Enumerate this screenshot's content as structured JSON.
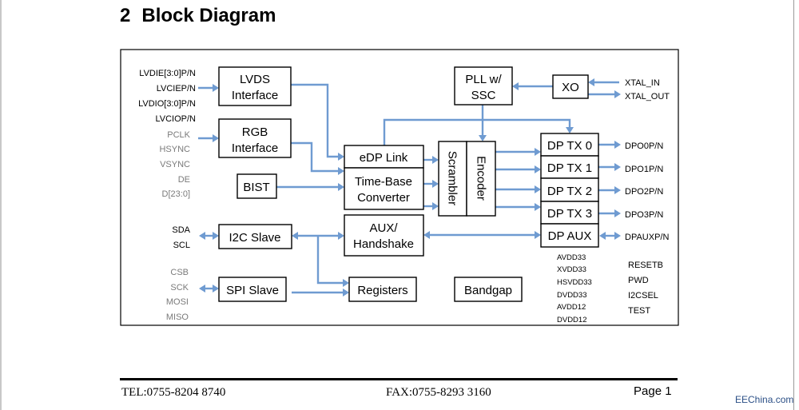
{
  "section": {
    "number": "2",
    "title": "Block Diagram"
  },
  "blocks": {
    "lvds": [
      "LVDS",
      "Interface"
    ],
    "rgb": [
      "RGB",
      "Interface"
    ],
    "bist": "BIST",
    "i2c": "I2C Slave",
    "spi": "SPI Slave",
    "edp": "eDP Link",
    "timebase": [
      "Time-Base",
      "Converter"
    ],
    "aux": [
      "AUX/",
      "Handshake"
    ],
    "registers": "Registers",
    "bandgap": "Bandgap",
    "scrambler": "Scrambler",
    "encoder": "Encoder",
    "pll": [
      "PLL w/",
      "SSC"
    ],
    "xo": "XO",
    "tx": [
      "DP TX 0",
      "DP TX 1",
      "DP TX 2",
      "DP TX 3"
    ],
    "dpaux": "DP AUX"
  },
  "pins": {
    "lvds": [
      "LVDIE[3:0]P/N",
      "LVCIEP/N",
      "LVDIO[3:0]P/N",
      "LVCIOP/N"
    ],
    "rgb": [
      "PCLK",
      "HSYNC",
      "VSYNC",
      "DE",
      "D[23:0]"
    ],
    "i2c": [
      "SDA",
      "SCL"
    ],
    "spi": [
      "CSB",
      "SCK",
      "MOSI",
      "MISO"
    ],
    "xtal": [
      "XTAL_IN",
      "XTAL_OUT"
    ],
    "dp_out": [
      "DPO0P/N",
      "DPO1P/N",
      "DPO2P/N",
      "DPO3P/N",
      "DPAUXP/N"
    ],
    "power": [
      "AVDD33",
      "XVDD33",
      "HSVDD33",
      "DVDD33",
      "AVDD12",
      "DVDD12"
    ],
    "control": [
      "RESETB",
      "PWD",
      "I2CSEL",
      "TEST"
    ]
  },
  "colors": {
    "arrow": "#6f9bd1",
    "grey_pin": "#7a7a7a"
  },
  "footer": {
    "tel": "TEL:0755-8204 8740",
    "fax": "FAX:0755-8293 3160",
    "page": "Page 1"
  },
  "watermark": "EEChina.com"
}
